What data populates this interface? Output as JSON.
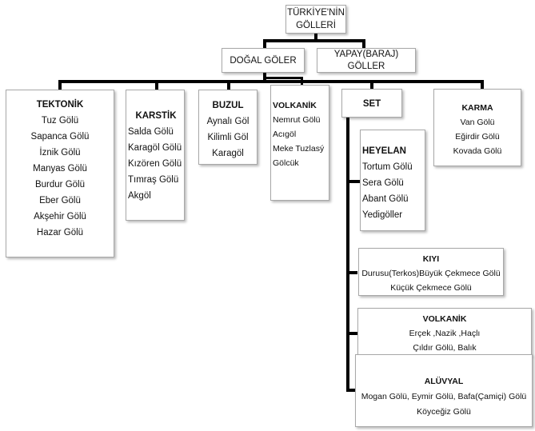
{
  "root": {
    "line1": "TÜRKİYE'NİN",
    "line2": "GÖLLERİ"
  },
  "level1": [
    {
      "label": "DOĞAL GÖLER"
    },
    {
      "line1": "YAPAY(BARAJ)",
      "line2": "GÖLLER"
    }
  ],
  "categories": {
    "tektonik": {
      "title": "TEKTONİK",
      "items": [
        "Tuz Gölü",
        "Sapanca Gölü",
        "İznik Gölü",
        "Manyas Gölü",
        "Burdur Gölü",
        "Eber Gölü",
        "Akşehir Gölü",
        "Hazar Gölü"
      ]
    },
    "karstik": {
      "title": "KARSTİK",
      "items": [
        "Salda Gölü",
        "Karagöl Gölü",
        "Kızören Gölü",
        "Tımraş Gölü",
        "Akgöl"
      ]
    },
    "buzul": {
      "title": "BUZUL",
      "items": [
        "Aynalı Göl",
        "Kilimli Göl",
        "Karagöl"
      ]
    },
    "volkanik": {
      "title": "VOLKANİK",
      "items": [
        "Nemrut Gölü",
        "Acıgöl",
        "Meke Tuzlasý",
        "Gölcük"
      ]
    },
    "set": {
      "title": "SET"
    },
    "karma": {
      "title": "KARMA",
      "items": [
        "Van Gölü",
        "Eğirdir Gölü",
        "Kovada Gölü"
      ]
    }
  },
  "set_subtypes": {
    "heyelan": {
      "title": "HEYELAN",
      "items": [
        "Tortum Gölü",
        "Sera Gölü",
        "Abant Gölü",
        "Yedigöller"
      ]
    },
    "kiyi": {
      "title": "KIYI",
      "items": [
        "Durusu(Terkos)Büyük Çekmece Gölü",
        "Küçük Çekmece Gölü"
      ]
    },
    "volkanik": {
      "title": "VOLKANİK",
      "items": [
        "Erçek ,Nazik ,Haçlı",
        "Çıldır Gölü, Balık"
      ]
    },
    "aluvyal": {
      "title": "ALÜVYAL",
      "items": [
        "Mogan Gölü, Eymir Gölü, Bafa(Çamiçi) Gölü",
        "Köyceğiz Gölü"
      ]
    }
  }
}
